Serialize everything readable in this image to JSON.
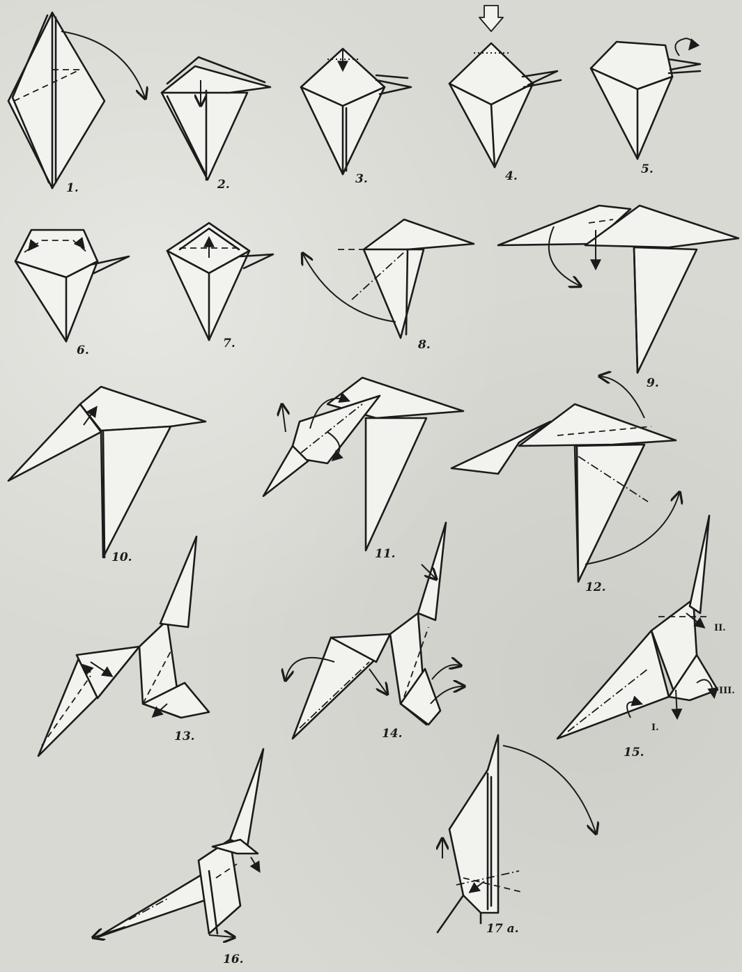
{
  "steps": [
    {
      "label": "1."
    },
    {
      "label": "2."
    },
    {
      "label": "3."
    },
    {
      "label": "4."
    },
    {
      "label": "5."
    },
    {
      "label": "6."
    },
    {
      "label": "7."
    },
    {
      "label": "8."
    },
    {
      "label": "9."
    },
    {
      "label": "10."
    },
    {
      "label": "11."
    },
    {
      "label": "12."
    },
    {
      "label": "13."
    },
    {
      "label": "14."
    },
    {
      "label": "15."
    },
    {
      "label": "16."
    },
    {
      "label": "17 a."
    }
  ],
  "step15_marks": {
    "i": "I.",
    "ii": "II.",
    "iii": "III."
  }
}
